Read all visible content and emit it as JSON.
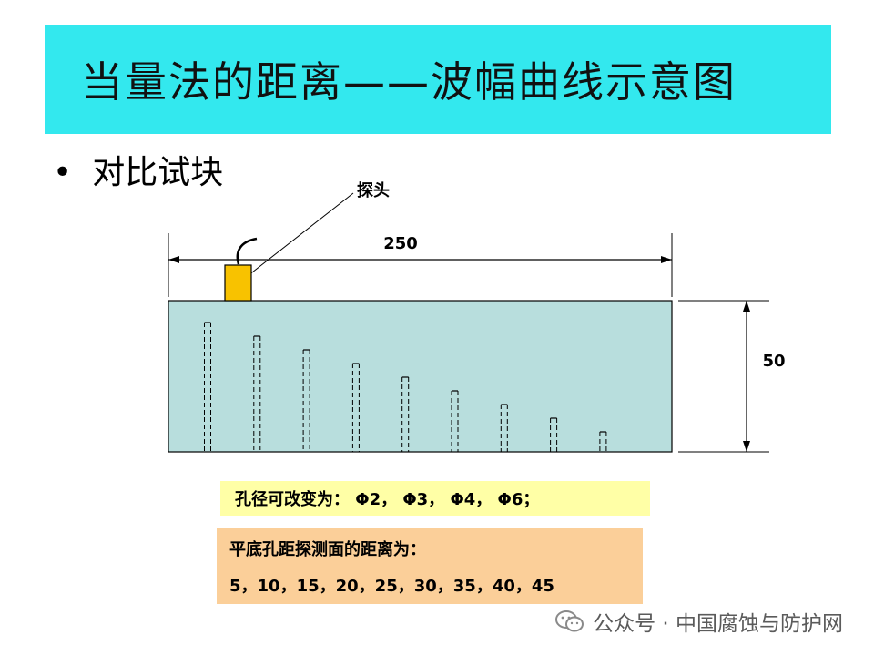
{
  "title": "当量法的距离——波幅曲线示意图",
  "bullet": {
    "dot": "•",
    "text": "对比试块"
  },
  "diagram": {
    "probe_label": "探头",
    "length_label": "250",
    "height_label": "50",
    "hole_count": 9,
    "colors": {
      "block_fill": "#b8dedd",
      "probe_fill": "#f8c200"
    }
  },
  "notes": {
    "aperture_text": "孔径可改变为： Φ2， Φ3， Φ4， Φ6；",
    "distance_title": "平底孔距探测面的距离为：",
    "distance_values": "5，10，15，20，25，30，35，40，45"
  },
  "watermark": {
    "text": "公众号 · 中国腐蚀与防护网"
  }
}
